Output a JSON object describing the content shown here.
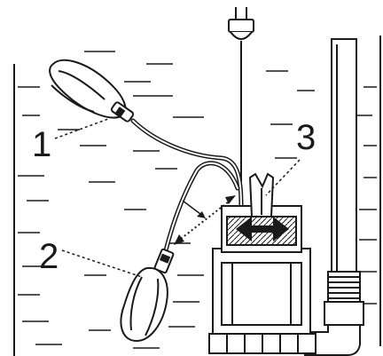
{
  "labels": {
    "float_upper": "1",
    "float_lower": "2",
    "adjust": "3"
  },
  "colors": {
    "stroke": "#1a1a1a",
    "background": "#ffffff"
  }
}
